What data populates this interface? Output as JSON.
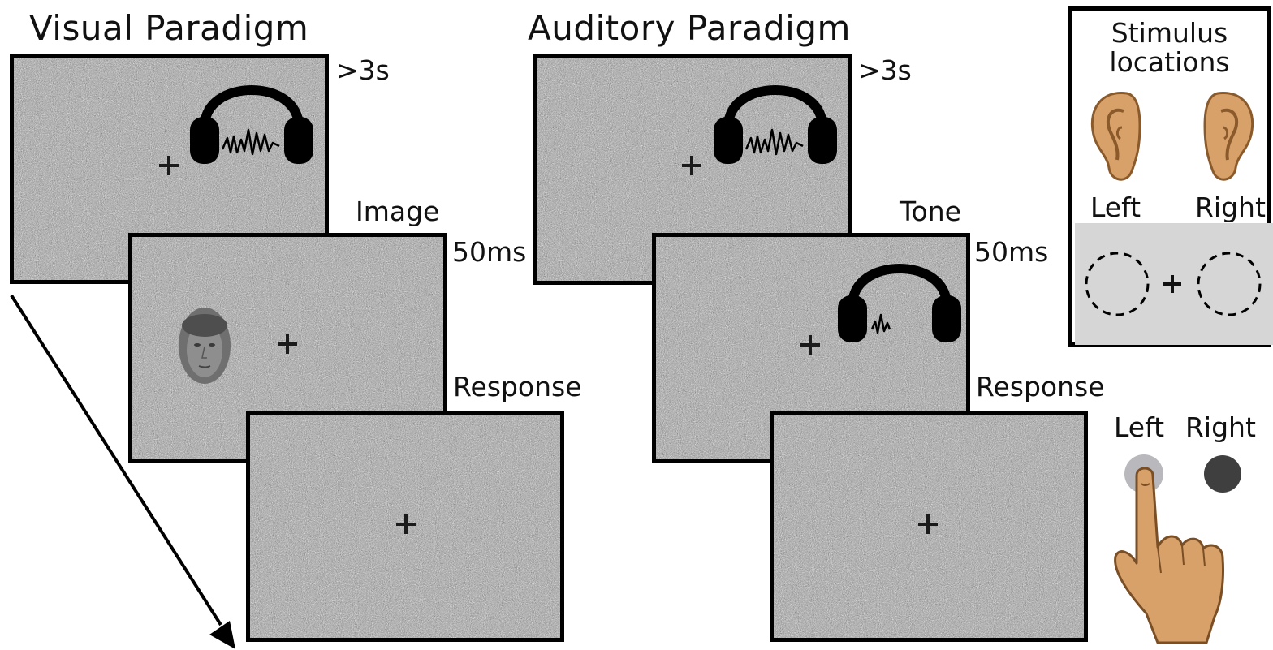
{
  "visual": {
    "title": "Visual Paradigm",
    "durations": {
      "fixation": ">3s",
      "stimulus": "50ms"
    },
    "labels": {
      "stimulus": "Image",
      "response": "Response"
    }
  },
  "auditory": {
    "title": "Auditory Paradigm",
    "durations": {
      "fixation": ">3s",
      "stimulus": "50ms"
    },
    "labels": {
      "stimulus": "Tone",
      "response": "Response"
    }
  },
  "locations": {
    "title_line1": "Stimulus",
    "title_line2": "locations",
    "left": "Left",
    "right": "Right"
  },
  "buttons": {
    "left": "Left",
    "right": "Right"
  },
  "icons": [
    "headphones-icon",
    "ear-icon",
    "finger-press-icon",
    "face-image",
    "fixation-cross-icon",
    "time-arrow"
  ]
}
